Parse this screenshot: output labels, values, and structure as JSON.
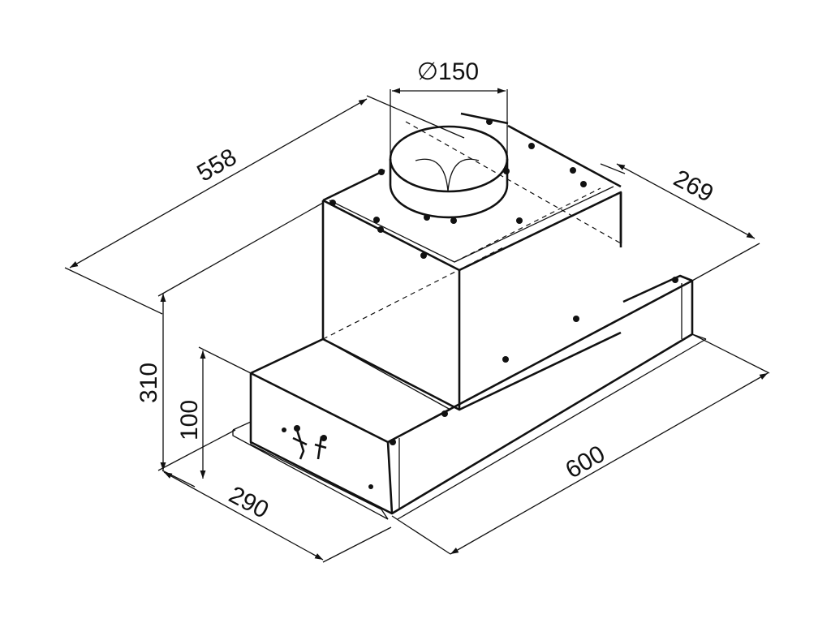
{
  "drawing": {
    "ink_color": "#111111",
    "background": "#ffffff",
    "dimensions": {
      "diameter": "∅150",
      "depth_top": "558",
      "depth_right": "269",
      "total_height": "310",
      "front_height": "100",
      "front_width": "290",
      "length": "600"
    }
  }
}
